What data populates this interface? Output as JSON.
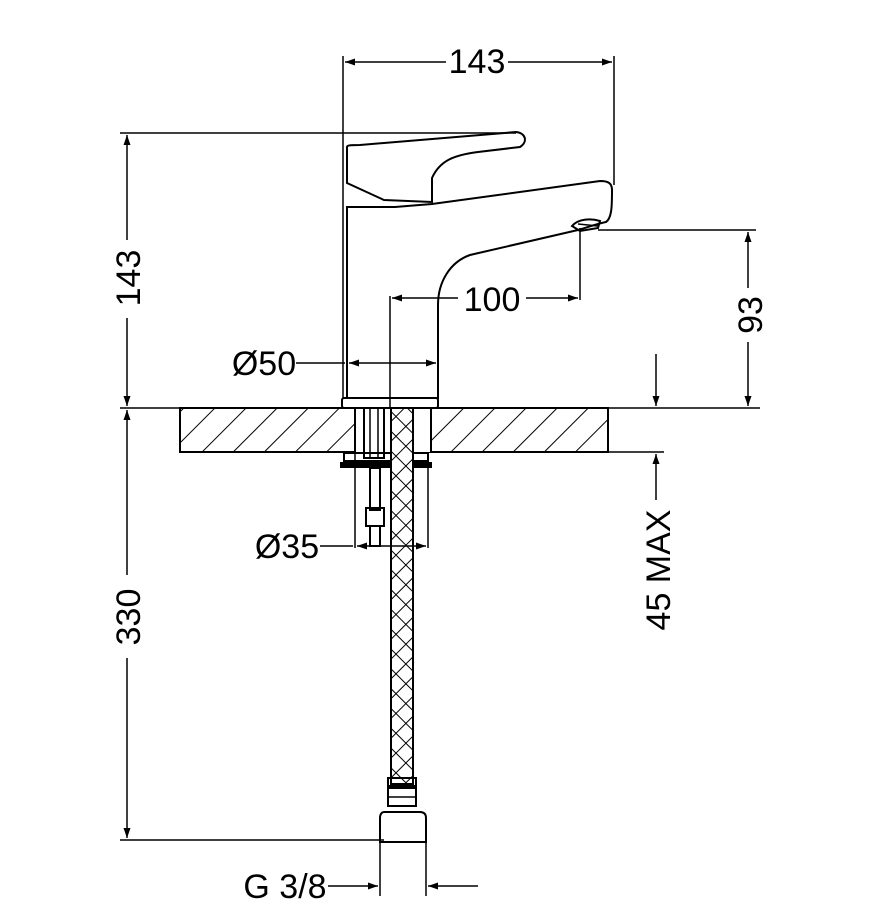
{
  "dimensions": {
    "top_width": "143",
    "left_height": "143",
    "spout_reach": "100",
    "spout_height": "93",
    "base_diameter": "Ø50",
    "shank_diameter": "Ø35",
    "below_height": "330",
    "deck_thickness": "45 MAX",
    "connection_thread": "G 3/8"
  }
}
